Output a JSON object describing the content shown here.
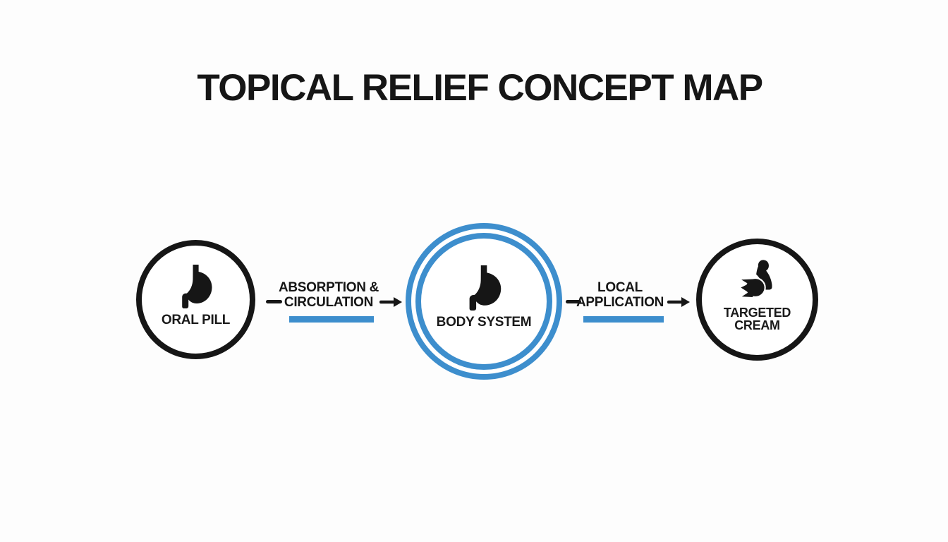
{
  "title": "TOPICAL RELIEF CONCEPT MAP",
  "colors": {
    "ink": "#161616",
    "accent_blue": "#3d8ecd",
    "background": "#fdfdfd"
  },
  "nodes": [
    {
      "id": "oral-pill",
      "icon": "stomach-icon",
      "ring_style": "single-black",
      "label_lines": [
        "ORAL PILL"
      ]
    },
    {
      "id": "body-system",
      "icon": "stomach-icon",
      "ring_style": "double-blue",
      "label_lines": [
        "BODY SYSTEM"
      ]
    },
    {
      "id": "targeted-cream",
      "icon": "bicep-icon",
      "ring_style": "single-black",
      "label_lines": [
        "TARGETED",
        "CREAM"
      ]
    }
  ],
  "connectors": [
    {
      "from": "oral-pill",
      "to": "body-system",
      "arrow_direction": "right",
      "label_lines": [
        "ABSORPTION &",
        "CIRCULATION"
      ]
    },
    {
      "from": "body-system",
      "to": "targeted-cream",
      "arrow_direction": "right",
      "label_lines": [
        "LOCAL",
        "APPLICATION"
      ]
    }
  ]
}
